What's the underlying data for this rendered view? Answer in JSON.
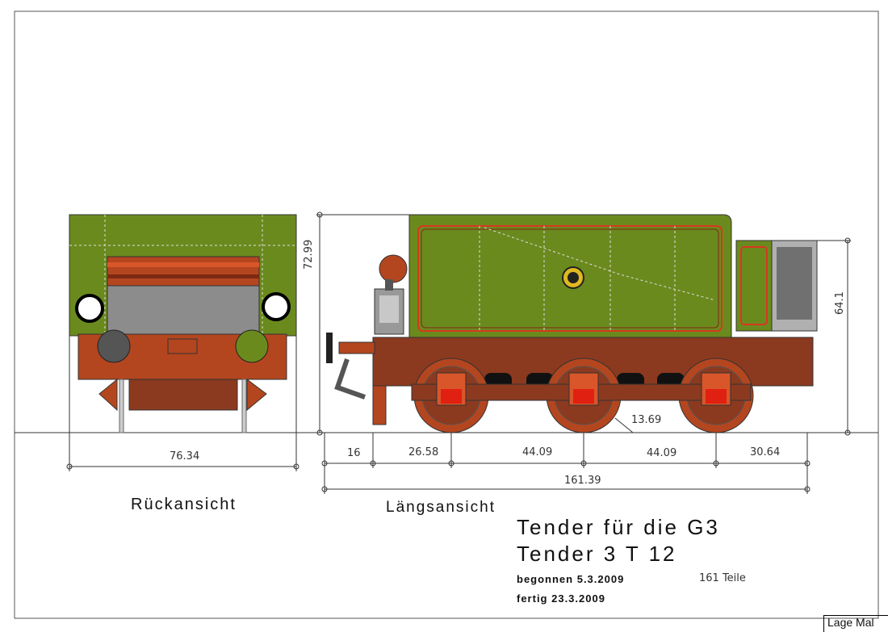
{
  "views": {
    "rear": "Rückansicht",
    "side": "Längsansicht"
  },
  "title": {
    "line1": "Tender für die G3",
    "line2": "Tender 3 T 12"
  },
  "info": {
    "started": "begonnen 5.3.2009",
    "finished": "fertig 23.3.2009",
    "parts": "161 Teile"
  },
  "corner_label": "Lage Mal",
  "dimensions": {
    "rear_width": "76.34",
    "height_total": "72.99",
    "height_rear": "64.1",
    "wheel": "13.69",
    "seg1": "16",
    "seg2": "26.58",
    "seg3": "44.09",
    "seg4": "44.09",
    "seg5": "30.64",
    "total_length": "161.39"
  },
  "colors": {
    "body_green": "#6b8a1e",
    "frame_red": "#8b3a1f",
    "wheel_red": "#b4461f",
    "lining_red": "#d8371f",
    "grey": "#8c8c8c"
  }
}
